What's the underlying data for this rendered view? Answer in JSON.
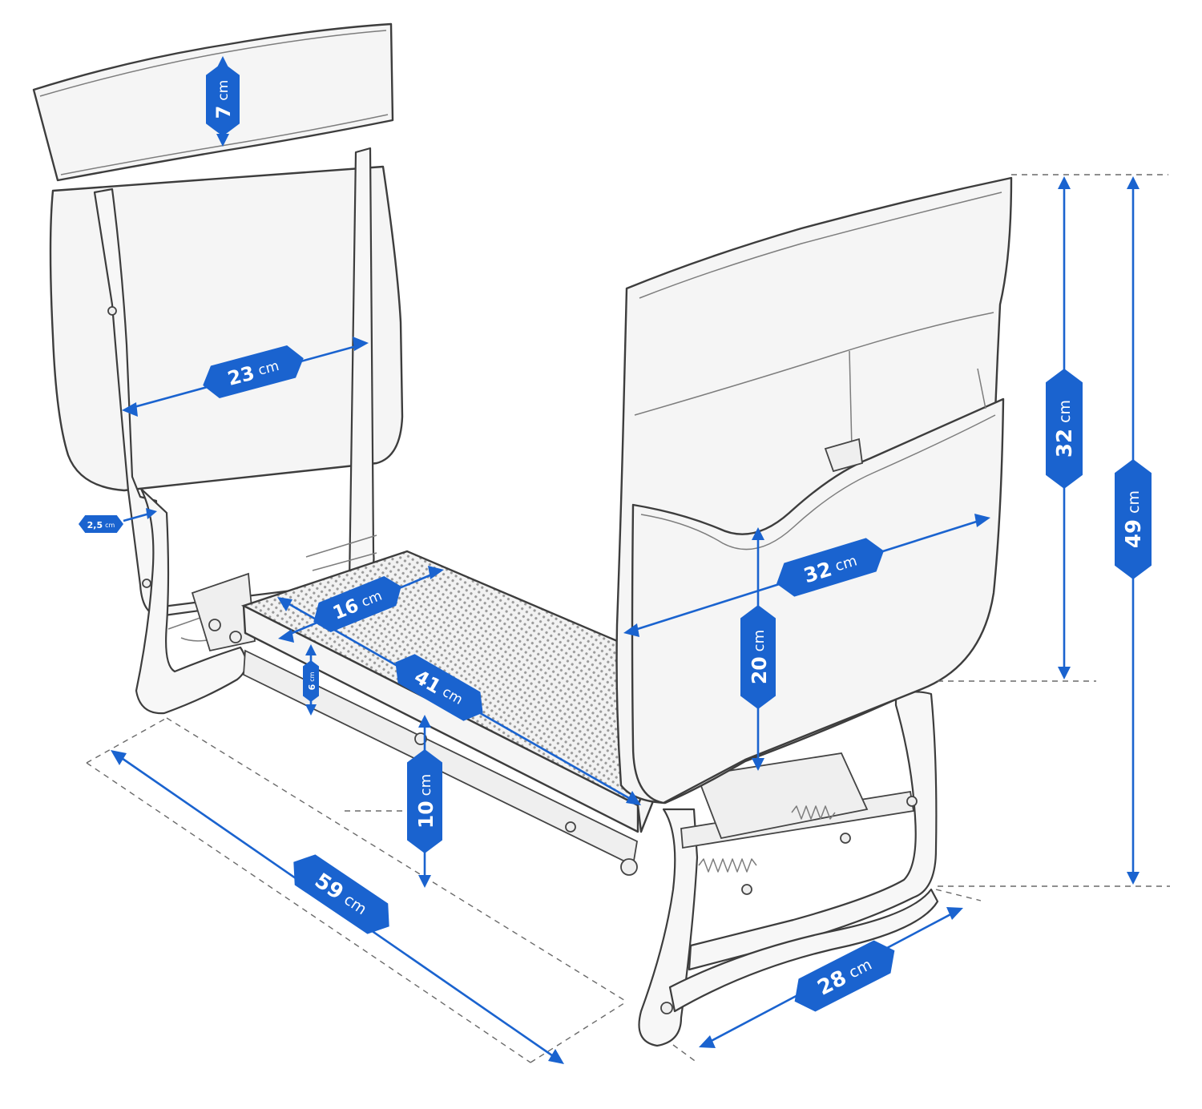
{
  "dimensions": [
    {
      "id": "header-height",
      "value": "7",
      "unit": "cm"
    },
    {
      "id": "backrest-frame-width",
      "value": "23",
      "unit": "cm"
    },
    {
      "id": "tube-width",
      "value": "2,5",
      "unit": "cm"
    },
    {
      "id": "seat-thickness",
      "value": "6",
      "unit": "cm"
    },
    {
      "id": "seat-width",
      "value": "16",
      "unit": "cm"
    },
    {
      "id": "seat-length",
      "value": "41",
      "unit": "cm"
    },
    {
      "id": "seat-clearance",
      "value": "10",
      "unit": "cm"
    },
    {
      "id": "overall-length",
      "value": "59",
      "unit": "cm"
    },
    {
      "id": "pocket-height",
      "value": "20",
      "unit": "cm"
    },
    {
      "id": "pocket-width",
      "value": "32",
      "unit": "cm"
    },
    {
      "id": "bag-height",
      "value": "32",
      "unit": "cm"
    },
    {
      "id": "overall-height",
      "value": "49",
      "unit": "cm"
    },
    {
      "id": "overall-depth",
      "value": "28",
      "unit": "cm"
    }
  ],
  "colors": {
    "accent": "#1a63cf",
    "sketch": "#3d3d3d"
  }
}
